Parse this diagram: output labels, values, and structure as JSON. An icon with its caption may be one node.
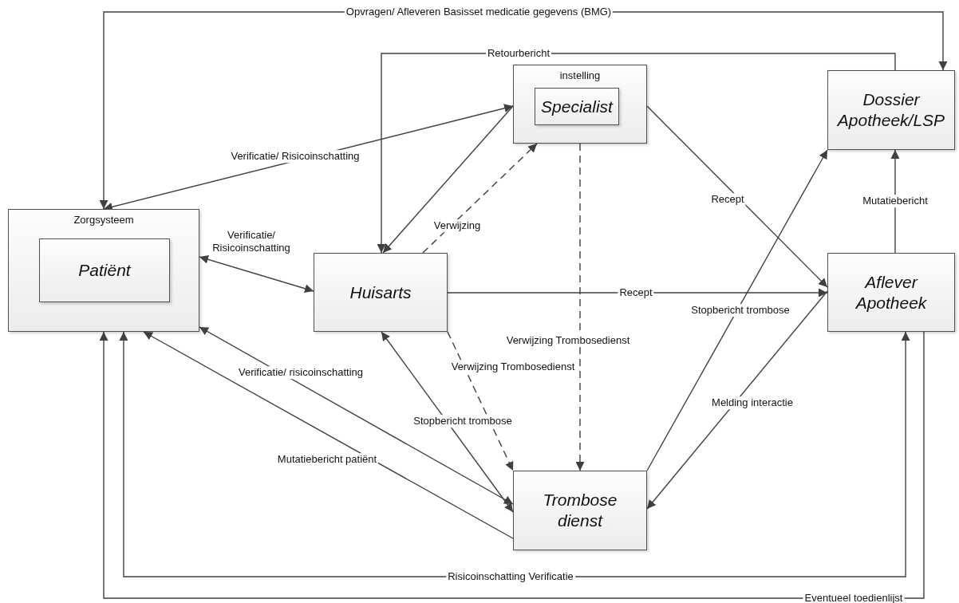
{
  "diagram": {
    "nodes": [
      {
        "text": [
          "Zorgsysteem"
        ]
      },
      {
        "text": [
          "Patiënt"
        ],
        "in": 0
      },
      {
        "text": [
          "instelling"
        ]
      },
      {
        "text": [
          "Specialist"
        ],
        "in": 2
      },
      {
        "text": [
          "Dossier Apotheek/LSP"
        ]
      },
      {
        "text": [
          "Huisarts"
        ]
      },
      {
        "text": [
          "Aflever Apotheek"
        ]
      },
      {
        "text": [
          "Trombose dienst"
        ]
      }
    ],
    "edges": [
      {
        "from": 0,
        "to": 4,
        "arrow": "both",
        "label": "Opvragen/ Afleveren Basisset medicatie gegevens (BMG)"
      },
      {
        "from": 4,
        "to": 5,
        "arrow": "to",
        "label": "Retourbericht"
      },
      {
        "from": 0,
        "to": 2,
        "arrow": "both",
        "label": "Verificatie/ Risicoinschatting"
      },
      {
        "from": 2,
        "to": 5,
        "arrow": "to"
      },
      {
        "from": 5,
        "to": 2,
        "arrow": "to",
        "label": "Verwijzing",
        "style": "dashed"
      },
      {
        "from": 0,
        "to": 5,
        "arrow": "both",
        "label": "Verificatie/ Risicoinschatting"
      },
      {
        "from": 5,
        "to": 6,
        "arrow": "to",
        "label": "Recept"
      },
      {
        "from": 2,
        "to": 6,
        "arrow": "to",
        "label": "Recept"
      },
      {
        "from": 6,
        "to": 4,
        "arrow": "to",
        "label": "Mutatiebericht"
      },
      {
        "from": 7,
        "to": 4,
        "arrow": "to",
        "label": "Stopbericht trombose"
      },
      {
        "from": 6,
        "to": 7,
        "arrow": "to",
        "label": "Melding interactie"
      },
      {
        "from": 2,
        "to": 7,
        "arrow": "to",
        "label": "Verwijzing Trombosedienst",
        "style": "dashed"
      },
      {
        "from": 5,
        "to": 7,
        "arrow": "to",
        "label": "Verwijzing Trombosedienst",
        "style": "dashed"
      },
      {
        "from": 7,
        "to": 5,
        "arrow": "both",
        "label": "Stopbericht trombose"
      },
      {
        "from": 7,
        "to": 0,
        "arrow": "both",
        "label": "Verificatie/ risicoinschatting"
      },
      {
        "from": 7,
        "to": 0,
        "arrow": "to",
        "label": "Mutatiebericht patiënt"
      },
      {
        "from": 0,
        "to": 6,
        "arrow": "both",
        "label": "Risicoinschatting Verificatie"
      },
      {
        "from": 6,
        "to": 0,
        "arrow": "to",
        "label": "Eventueel toedienlijst"
      }
    ]
  }
}
